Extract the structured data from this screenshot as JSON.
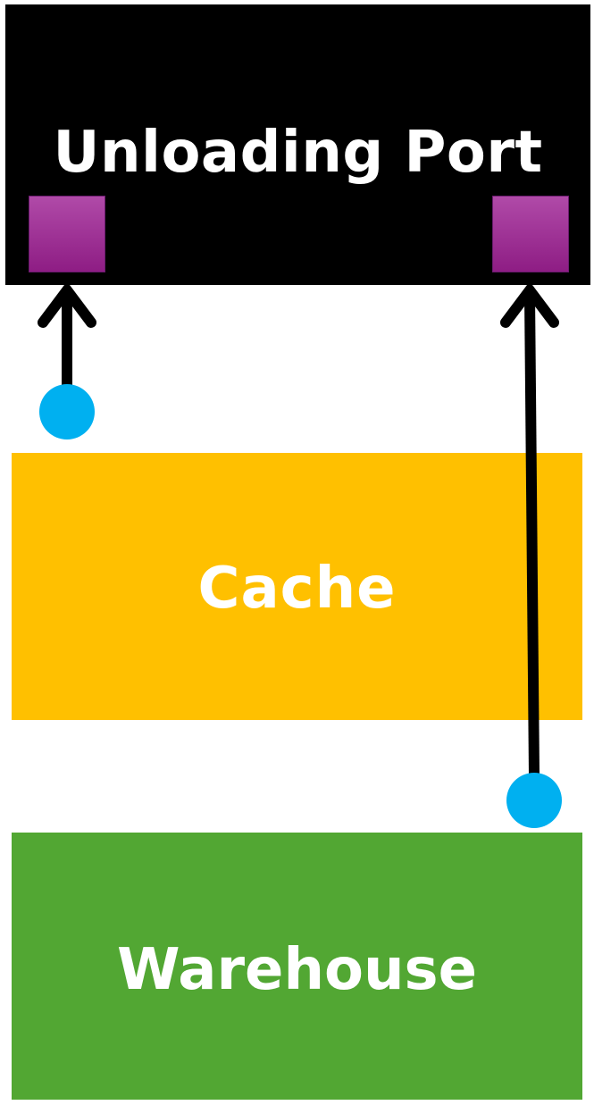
{
  "unloading_port": {
    "label": "Unloading Port",
    "background": "#000000",
    "text_color": "#ffffff"
  },
  "cache": {
    "label": "Cache",
    "background": "#ffc000",
    "text_color": "#ffffff"
  },
  "warehouse": {
    "label": "Warehouse",
    "background": "#52a733",
    "text_color": "#ffffff"
  },
  "docks": {
    "color_top": "#b04aa8",
    "color_bottom": "#8e1d84"
  },
  "agents": {
    "color": "#00b0f0"
  },
  "arrows": {
    "color": "#000000"
  }
}
